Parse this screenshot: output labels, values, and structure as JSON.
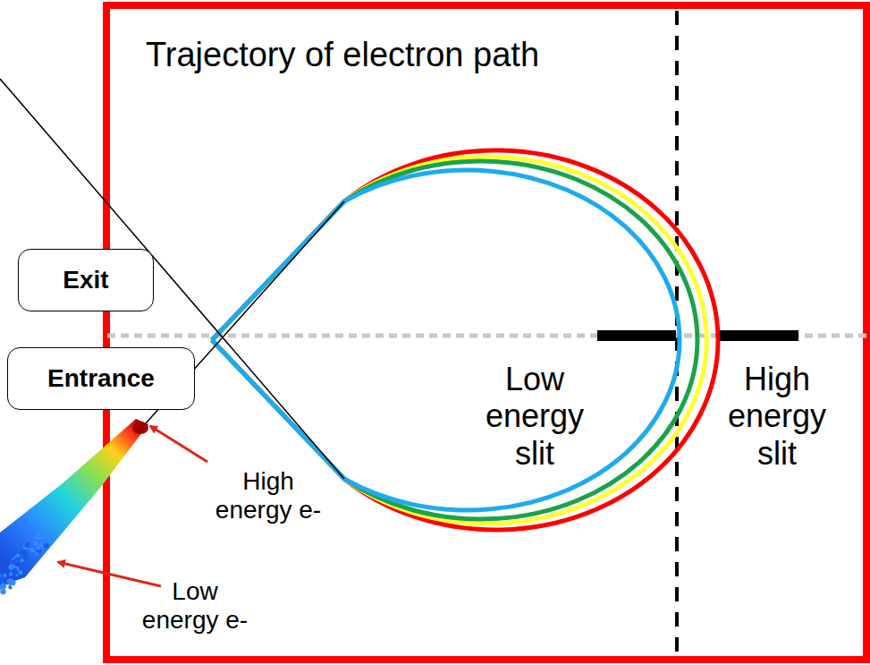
{
  "diagram": {
    "title": "Trajectory of electron path",
    "nodes": [
      {
        "text": [
          "Exit"
        ]
      },
      {
        "text": [
          "Entrance"
        ]
      }
    ],
    "labels": [
      "Low energy slit",
      "High energy slit",
      "High energy e-",
      "Low energy e-"
    ]
  }
}
